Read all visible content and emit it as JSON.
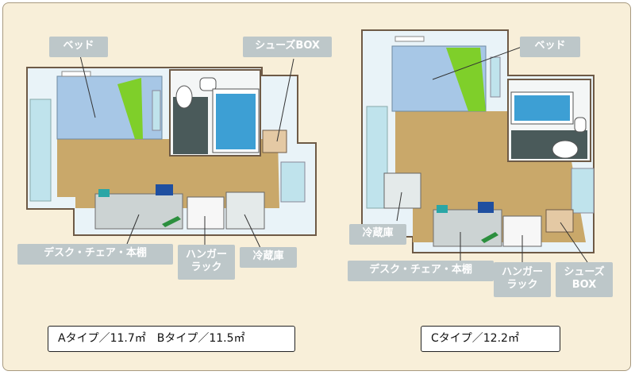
{
  "plan_a": {
    "labels": {
      "bed": "ベッド",
      "shoes_box": "シューズBOX",
      "desk": "デスク・チェア・本棚",
      "hanger_line1": "ハンガー",
      "hanger_line2": "ラック",
      "fridge": "冷蔵庫"
    },
    "caption": "Aタイプ／11.7㎡　Bタイプ／11.5㎡"
  },
  "plan_c": {
    "labels": {
      "bed": "ベッド",
      "fridge": "冷蔵庫",
      "desk": "デスク・チェア・本棚",
      "hanger_line1": "ハンガー",
      "hanger_line2": "ラック",
      "shoes_line1": "シューズ",
      "shoes_line2": "BOX"
    },
    "caption": "Cタイプ／12.2㎡"
  },
  "colors": {
    "background": "#f8efd9",
    "floor": "#c9a86a",
    "bed": "#a7c7e6",
    "bed_accent": "#7fcf2a",
    "wall": "#e9f3f8",
    "window": "#bfe3ec",
    "bath": "#3d9fd4",
    "toilet_floor": "#4a5a5a",
    "desk": "#ccd3d3",
    "label": "#bdc7c9",
    "shoes_box": "#e4c9a4"
  }
}
